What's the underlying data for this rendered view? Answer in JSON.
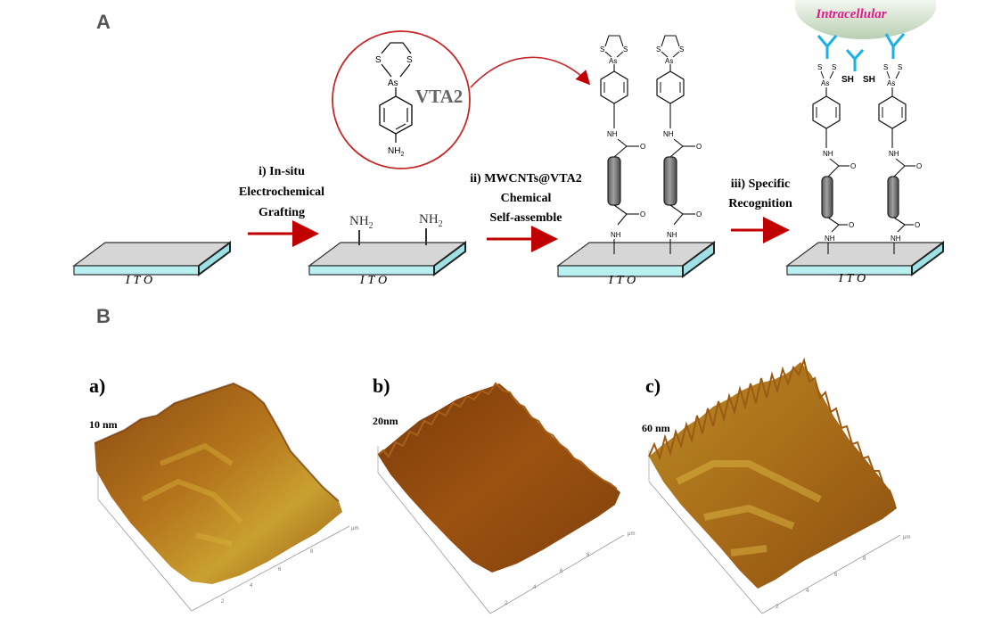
{
  "panel_a": {
    "label": "A",
    "molecule": {
      "name": "VTA2",
      "s_left": "S",
      "s_right": "S",
      "as": "As",
      "nh2": "NH",
      "nh2_sub": "2"
    },
    "substrate_label": "ITO",
    "steps": [
      {
        "lines": [
          "i) In-situ",
          "Electrochemical",
          "Grafting"
        ]
      },
      {
        "lines": [
          "ii) MWCNTs@VTA2",
          "Chemical",
          "Self-assemble"
        ]
      },
      {
        "lines": [
          "iii) Specific",
          "Recognition"
        ]
      }
    ],
    "amine": {
      "nh": "NH",
      "sub": "2"
    },
    "chain_labels": {
      "s": "S",
      "as": "As",
      "nh": "NH",
      "o": "O",
      "sh": "SH"
    },
    "cell_label": "Intracellular"
  },
  "panel_b": {
    "label": "B",
    "images": [
      {
        "tag": "a)",
        "zlabel": "10 nm",
        "axis_unit": "μm",
        "ticks": [
          "2",
          "4",
          "6",
          "8"
        ]
      },
      {
        "tag": "b)",
        "zlabel": "20nm",
        "axis_unit": "μm",
        "ticks": [
          "2",
          "4",
          "6",
          "8"
        ]
      },
      {
        "tag": "c)",
        "zlabel": "60 nm",
        "axis_unit": "μm",
        "ticks": [
          "2",
          "4",
          "6",
          "8"
        ]
      }
    ]
  },
  "colors": {
    "arrow": "#c00000",
    "substrate_top": "#d6d6d6",
    "substrate_side": "#b8f0f2",
    "antibody": "#1ab0e8",
    "cell": "#d8e8d4",
    "cell_text": "#e0188a",
    "afm_dark": "#6e3408",
    "afm_light": "#d6b238"
  }
}
